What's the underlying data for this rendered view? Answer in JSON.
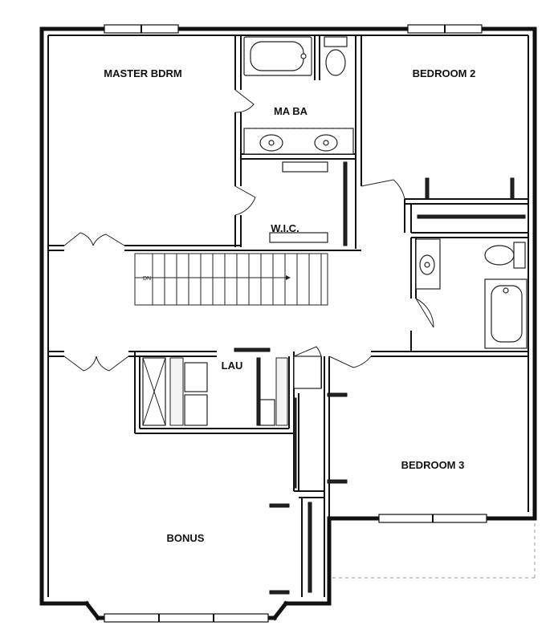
{
  "rooms": {
    "master_bedroom": "MASTER BDRM",
    "master_bath": "MA BA",
    "walk_in_closet": "W.I.C.",
    "bedroom_2": "BEDROOM 2",
    "laundry": "LAU",
    "bedroom_3": "BEDROOM 3",
    "bonus": "BONUS"
  },
  "stairs": {
    "direction_label": "DN"
  },
  "colors": {
    "wall": "#111111",
    "background": "#ffffff"
  }
}
